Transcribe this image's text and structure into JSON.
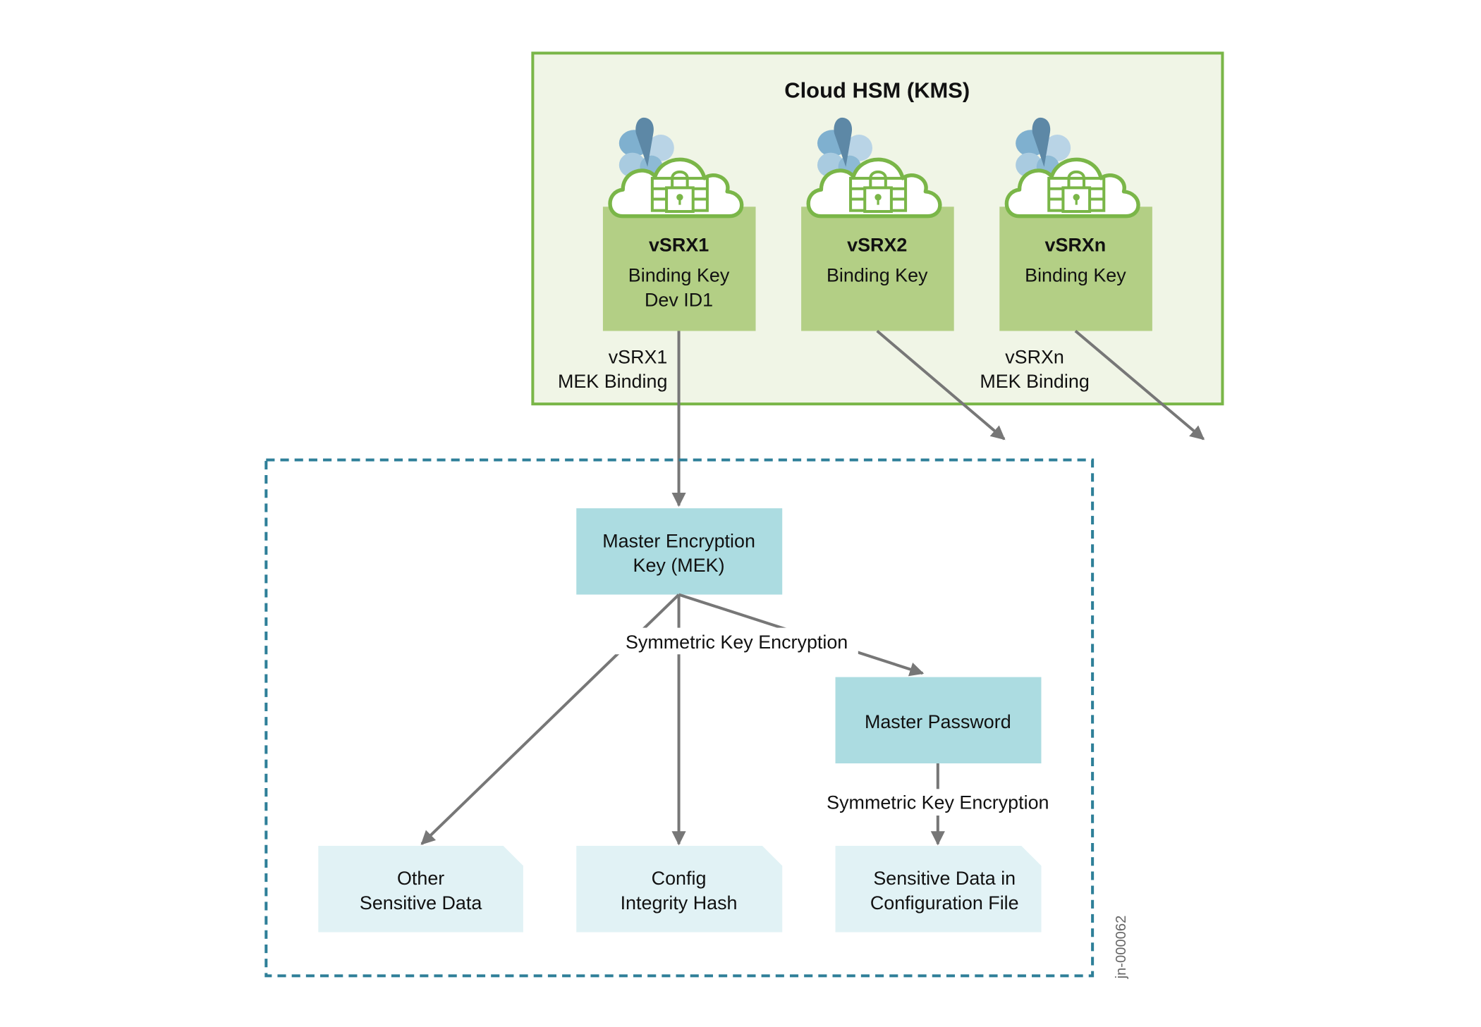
{
  "hsm": {
    "title": "Cloud HSM (KMS)",
    "nodes": [
      {
        "name": "vSRX1",
        "line1": "Binding Key",
        "line2": "Dev ID1"
      },
      {
        "name": "vSRX2",
        "line1": "Binding Key",
        "line2": ""
      },
      {
        "name": "vSRXn",
        "line1": "Binding Key",
        "line2": ""
      }
    ],
    "binding_labels": [
      {
        "line1": "vSRX1",
        "line2": "MEK Binding"
      },
      {
        "line1": "vSRXn",
        "line2": "MEK Binding"
      }
    ]
  },
  "device": {
    "mek": {
      "line1": "Master Encryption",
      "line2": "Key (MEK)"
    },
    "mek_edge_label": "Symmetric Key Encryption",
    "master_password": "Master Password",
    "mp_edge_label": "Symmetric Key Encryption",
    "docs": [
      {
        "line1": "Other",
        "line2": "Sensitive Data"
      },
      {
        "line1": "Config",
        "line2": "Integrity Hash"
      },
      {
        "line1": "Sensitive Data in",
        "line2": "Configuration File"
      }
    ]
  },
  "figure_id": "jn-000062",
  "colors": {
    "hsm_border": "#7ab648",
    "hsm_fill": "#f0f5e6",
    "node_fill": "#b3cf85",
    "dashed_border": "#2e7f98",
    "key_fill": "#acdce1",
    "doc_fill": "#e1f2f5",
    "arrow": "#777777"
  }
}
